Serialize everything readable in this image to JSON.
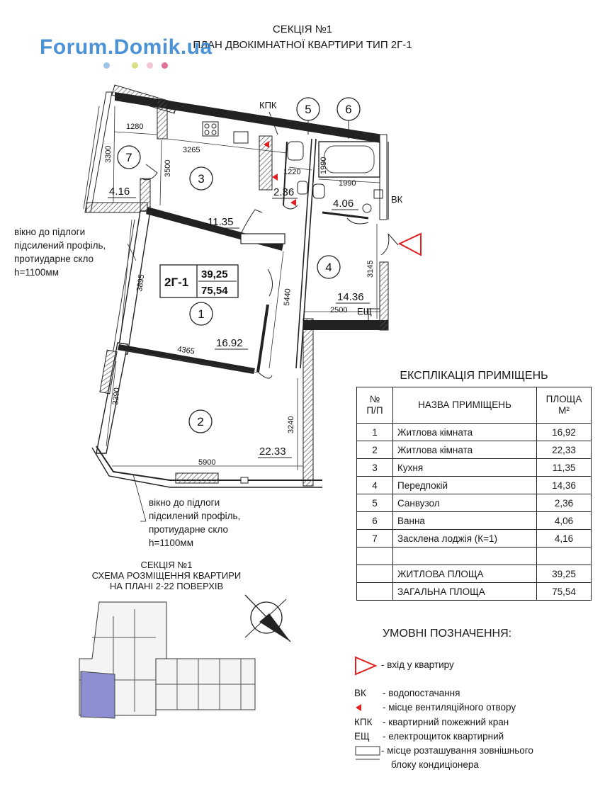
{
  "header": {
    "line1": "СЕКЦІЯ №1",
    "line2": "ПЛАН ДВОКІМНАТНОЇ КВАРТИРИ ТИП 2Г-1",
    "brand": "Forum.Domik.ua",
    "brand_color": "#2d7fd0",
    "dot_colors": [
      "#9ec3e6",
      "#d9e08a",
      "#f2c6d4",
      "#e06f9a"
    ]
  },
  "plan": {
    "type_label": "2Г-1",
    "living_area": "39,25",
    "total_area": "75,54",
    "room_numbers": [
      "1",
      "2",
      "3",
      "4",
      "5",
      "6",
      "7"
    ],
    "room_areas": [
      "16.92",
      "22.33",
      "11.35",
      "14.36",
      "2.36",
      "4.06",
      "4.16"
    ],
    "dimensions": [
      "1280",
      "3265",
      "3300",
      "3500",
      "1220",
      "1990",
      "1990",
      "3895",
      "5440",
      "3145",
      "2500",
      "4365",
      "3390",
      "3240",
      "5900"
    ],
    "labels": {
      "kpk": "КПК",
      "vk": "ВК",
      "esch": "ЕЩ"
    },
    "accent_color": "#e02020",
    "window_note_1": [
      "вікно до підлоги",
      "підсилений профіль,",
      "протиударне скло",
      "h=1100мм"
    ],
    "window_note_2": [
      "вікно до підлоги",
      "підсилений профіль,",
      "протиударне скло",
      "h=1100мм"
    ]
  },
  "explication": {
    "title": "ЕКСПЛІКАЦІЯ ПРИМІЩЕНЬ",
    "col_num": [
      "№",
      "П/П"
    ],
    "col_name": "НАЗВА ПРИМІЩЕНЬ",
    "col_area": [
      "ПЛОЩА",
      "М²"
    ],
    "rows": [
      {
        "n": "1",
        "name": "Житлова кімната",
        "area": "16,92"
      },
      {
        "n": "2",
        "name": "Житлова кімната",
        "area": "22,33"
      },
      {
        "n": "3",
        "name": "Кухня",
        "area": "11,35"
      },
      {
        "n": "4",
        "name": "Передпокій",
        "area": "14,36"
      },
      {
        "n": "5",
        "name": "Санвузол",
        "area": "2,36"
      },
      {
        "n": "6",
        "name": "Ванна",
        "area": "4,06"
      },
      {
        "n": "7",
        "name": "Засклена лоджія (К=1)",
        "area": "4,16"
      }
    ],
    "living_label": "ЖИТЛОВА ПЛОЩА",
    "living_value": "39,25",
    "total_label": "ЗАГАЛЬНА ПЛОЩА",
    "total_value": "75,54"
  },
  "scheme": {
    "line1": "СЕКЦІЯ №1",
    "line2": "СХЕМА РОЗМІЩЕННЯ КВАРТИРИ",
    "line3": "НА ПЛАНІ 2-22 ПОВЕРХІВ",
    "highlight_color": "#8e8fd2"
  },
  "legend": {
    "title": "УМОВНІ ПОЗНАЧЕННЯ:",
    "entrance": "- вхід у квартиру",
    "vk_code": "ВК",
    "vk_text": "- водопостачання",
    "vent_text": "- місце вентиляційного отвору",
    "kpk_code": "КПК",
    "kpk_text": "- квартирний пожежний кран",
    "esch_code": "ЕЩ",
    "esch_text": "- електрощиток квартирний",
    "ac_text_1": "- місце розташування зовнішнього",
    "ac_text_2": "блоку кондиціонера"
  }
}
